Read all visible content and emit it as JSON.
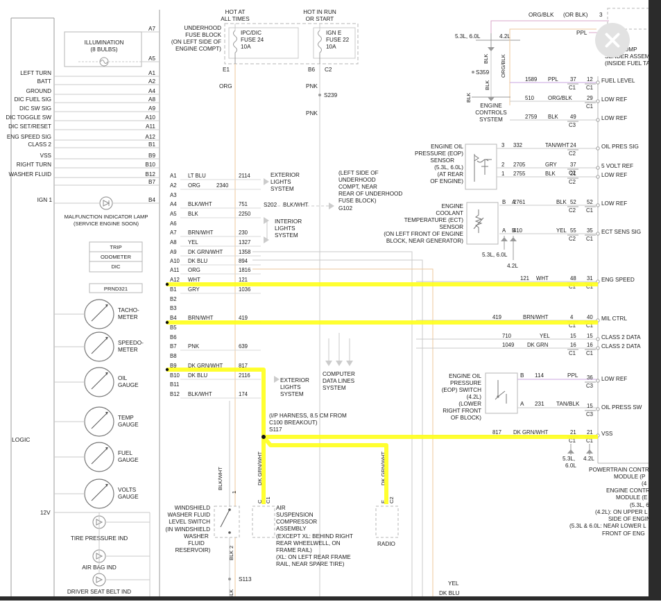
{
  "colors": {
    "highlight": "#ffff1a",
    "wire": "#c8c8c8",
    "orange_wire": "#ecc79b",
    "pink_wire": "#d9a6c8",
    "violet_wire": "#c9a6e0",
    "frame": "#9a9a9a",
    "panel": "#b4b4b4",
    "text": "#1a1a1a"
  },
  "icons": [
    "close-icon",
    "bulb-icon",
    "lamp-icon",
    "gauge-icon",
    "sensor-icon",
    "switch-icon",
    "ground-arrow-icon"
  ],
  "cluster": {
    "logic_label": "LOGIC",
    "left_pins": [
      {
        "label": "LEFT TURN",
        "pin": "A1"
      },
      {
        "label": "BATT",
        "pin": "A2"
      },
      {
        "label": "GROUND",
        "pin": "A4"
      },
      {
        "label": "DIC FUEL SIG",
        "pin": "A8"
      },
      {
        "label": "DIC SW SIG",
        "pin": "A9"
      },
      {
        "label": "DIC TOGGLE SW",
        "pin": "A10"
      },
      {
        "label": "DIC SET/RESET",
        "pin": "A11"
      },
      {
        "label": "ENG SPEED SIG",
        "pin": "A12"
      },
      {
        "label": "CLASS 2",
        "pin": "B1"
      },
      {
        "label": "VSS",
        "pin": "B9"
      },
      {
        "label": "RIGHT TURN",
        "pin": "B10"
      },
      {
        "label": "WASHER FLUID",
        "pin": "B12"
      },
      {
        "label": "",
        "pin": "B7"
      },
      {
        "label": "IGN 1",
        "pin": "B4"
      }
    ],
    "illumination": {
      "label": "ILLUMINATION",
      "sub": "(8 BULBS)",
      "pin_top": "A7",
      "pin_bottom": "A5"
    },
    "mil": {
      "label": "MALFUNCTION INDICATOR LAMP",
      "sub": "(SERVICE ENGINE SOON)"
    },
    "display": {
      "rows": [
        "TRIP",
        "ODOMETER",
        "DIC"
      ],
      "prndl": "PRND321"
    },
    "gauges": [
      {
        "l1": "TACHO-",
        "l2": "METER"
      },
      {
        "l1": "SPEEDO-",
        "l2": "METER"
      },
      {
        "l1": "OIL",
        "l2": "GAUGE"
      },
      {
        "l1": "TEMP",
        "l2": "GAUGE"
      },
      {
        "l1": "FUEL",
        "l2": "GAUGE"
      },
      {
        "l1": "VOLTS",
        "l2": "GAUGE"
      }
    ],
    "v12": "12V",
    "indicators": [
      "TIRE PRESSURE IND",
      "AIR BAG IND",
      "DRIVER SEAT BELT IND"
    ]
  },
  "fuse_block": {
    "hot_at_l1": "HOT AT",
    "hot_at_l2": "ALL TIMES",
    "hot_run_l1": "HOT IN RUN",
    "hot_run_l2": "OR START",
    "side_l1": "UNDERHOOD",
    "side_l2": "FUSE BLOCK",
    "side_l3": "(ON LEFT SIDE OF",
    "side_l4": "ENGINE COMPT)",
    "fuse1_l1": "IPC/DIC",
    "fuse1_l2": "FUSE 24",
    "fuse1_l3": "10A",
    "fuse2_l1": "IGN E",
    "fuse2_l2": "FUSE 22",
    "fuse2_l3": "10A",
    "e1": "E1",
    "b6": "B6",
    "c2": "C2",
    "org": "ORG",
    "pnk1": "PNK",
    "s239": "S239",
    "pnk2": "PNK"
  },
  "connector_rows": [
    {
      "pin": "A1",
      "color": "LT BLU",
      "circuit": "2114"
    },
    {
      "pin": "A2",
      "color": "ORG",
      "circuit": "2340"
    },
    {
      "pin": "A3",
      "color": "",
      "circuit": ""
    },
    {
      "pin": "A4",
      "color": "BLK/WHT",
      "circuit": "751"
    },
    {
      "pin": "A5",
      "color": "BLK",
      "circuit": "2250"
    },
    {
      "pin": "A6",
      "color": "",
      "circuit": ""
    },
    {
      "pin": "A7",
      "color": "BRN/WHT",
      "circuit": "230"
    },
    {
      "pin": "A8",
      "color": "YEL",
      "circuit": "1327"
    },
    {
      "pin": "A9",
      "color": "DK GRN/WHT",
      "circuit": "1358"
    },
    {
      "pin": "A10",
      "color": "DK BLU",
      "circuit": "894"
    },
    {
      "pin": "A11",
      "color": "ORG",
      "circuit": "1816"
    },
    {
      "pin": "A12",
      "color": "WHT",
      "circuit": "121"
    },
    {
      "pin": "B1",
      "color": "GRY",
      "circuit": "1036"
    },
    {
      "pin": "B2",
      "color": "",
      "circuit": ""
    },
    {
      "pin": "B3",
      "color": "",
      "circuit": ""
    },
    {
      "pin": "B4",
      "color": "BRN/WHT",
      "circuit": "419"
    },
    {
      "pin": "B5",
      "color": "",
      "circuit": ""
    },
    {
      "pin": "B6",
      "color": "",
      "circuit": ""
    },
    {
      "pin": "B7",
      "color": "PNK",
      "circuit": "639"
    },
    {
      "pin": "B8",
      "color": "",
      "circuit": ""
    },
    {
      "pin": "B9",
      "color": "DK GRN/WHT",
      "circuit": "817"
    },
    {
      "pin": "B10",
      "color": "DK BLU",
      "circuit": "2116"
    },
    {
      "pin": "B11",
      "color": "",
      "circuit": ""
    },
    {
      "pin": "B12",
      "color": "BLK/WHT",
      "circuit": "174"
    }
  ],
  "middle": {
    "ext_lights_1": [
      "EXTERIOR",
      "LIGHTS",
      "SYSTEM"
    ],
    "underhood_note": [
      "(LEFT SIDE OF",
      "UNDERHOOD",
      "COMPT, NEAR",
      "REAR OF UNDERHOOD",
      "FUSE BLOCK)"
    ],
    "g102": "G102",
    "s202": "S202",
    "s202_color": "BLK/WHT",
    "int_lights": [
      "INTERIOR",
      "LIGHTS",
      "SYSTEM"
    ],
    "cdl": [
      "COMPUTER",
      "DATA LINES",
      "SYSTEM"
    ],
    "ext_lights_2": [
      "EXTERIOR",
      "LIGHTS",
      "SYSTEM"
    ],
    "ip_harness": [
      "(I/P HARNESS, 8.5 CM FROM",
      "C100 BREAKOUT)"
    ],
    "s117": "S117",
    "washer": [
      "WINDSHIELD",
      "WASHER FLUID",
      "LEVEL SWITCH",
      "(IN WINDSHIELD",
      "WASHER",
      "FLUID",
      "RESERVOIR)"
    ],
    "washer_wire_top": "BLK/WHT",
    "washer_pin_top": "1",
    "washer_pin_bottom": "2",
    "washer_wire_bottom": "BLK",
    "s113": "S113",
    "blk_bottom": "BLK",
    "air_wire": "DK GRN/WHT",
    "air_pin": "C",
    "air_conn": "C1",
    "air": [
      "AIR",
      "SUSPENSION",
      "COMPRESSOR",
      "ASSEMBLY",
      "(EXCEPT XL: BEHIND RIGHT",
      "REAR WHEELWELL, ON",
      "FRAME RAIL)",
      "(XL: ON LEFT REAR FRAME",
      "RAIL, NEAR SPARE TIRE)"
    ],
    "radio_wire": "DK GRN/WHT",
    "radio_pin": "E",
    "radio_conn": "C2",
    "radio": "RADIO",
    "yel_bottom": "YEL",
    "dkblu_bottom": "DK BLU"
  },
  "right": {
    "top": {
      "orgblk": "ORG/BLK",
      "orblk": "(OR BLK)",
      "ppl": "PPL",
      "pin3": "3",
      "pin2": "2",
      "v1": "5.3L, 6.0L",
      "v2": "4.2L",
      "blk": "BLK",
      "orgblk_v": "ORG/BLK",
      "s359": "S359",
      "blk2": "BLK",
      "blk3": "BLK"
    },
    "fuel_pump": [
      "FUEL PUMP",
      "SENDER ASSEM",
      "(INSIDE FUEL TA"
    ],
    "ecs": [
      "ENGINE",
      "CONTROLS",
      "SYSTEM"
    ],
    "eop_sensor": [
      "ENGINE OIL",
      "PRESSURE (EOP)",
      "SENSOR",
      "(5.3L, 6.0L)",
      "(AT REAR",
      "OF ENGINE)"
    ],
    "ect_sensor": [
      "ENGINE",
      "COOLANT",
      "TEMPERATURE (ECT)",
      "SENSOR",
      "(ON LEFT FRONT OF ENGINE",
      "BLOCK, NEAR GENERATOR)"
    ],
    "ect_v1": "5.3L, 6.0L",
    "ect_v2": "4.2L",
    "eop_switch": [
      "ENGINE OIL",
      "PRESSURE",
      "(EOP) SWITCH",
      "(4.2L)",
      "(LOWER",
      "RIGHT FRONT",
      "OF BLOCK)"
    ],
    "eops_pin_b": "B",
    "eops_pin_a": "A",
    "eops_c1": "114",
    "eops_col1": "PPL",
    "eops_c2": "231",
    "eops_col2": "TAN/BLK",
    "vss_v1": "5.3L,",
    "vss_v1b": "6.0L",
    "vss_v2": "4.2L",
    "pcm": [
      "POWERTRAIN CONTR",
      "MODULE (P",
      "(4",
      "ENGINE CONTR",
      "MODULE (E",
      "(5.3L, 6.",
      "(4.2L): ON UPPER L",
      "SIDE OF ENGIN",
      "(5.3L & 6.0L: NEAR LOWER L",
      "FRONT OF ENG"
    ]
  },
  "pcm_pins": [
    {
      "circuit": "1589",
      "color": "PPL",
      "pin": "37",
      "conn": "C1",
      "pin2": "12",
      "conn2": "C1",
      "fn": "FUEL LEVEL"
    },
    {
      "circuit": "510",
      "color": "ORG/BLK",
      "pin": "",
      "conn": "",
      "pin2": "29",
      "conn2": "C1",
      "fn": "LOW REF"
    },
    {
      "circuit": "2759",
      "color": "BLK",
      "pin": "49",
      "conn": "C3",
      "pin2": "",
      "conn2": "",
      "fn": "LOW REF"
    },
    {
      "circuit": "332",
      "color": "TAN/WHT",
      "pin": "24",
      "conn": "C2",
      "pin2": "",
      "conn2": "",
      "fn": "OIL PRES SIG",
      "spin": "3"
    },
    {
      "circuit": "2705",
      "color": "GRY",
      "pin": "37",
      "conn": "C2",
      "pin2": "",
      "conn2": "",
      "fn": "5 VOLT REF",
      "spin": "2"
    },
    {
      "circuit": "2755",
      "color": "BLK",
      "pin": "21",
      "conn": "C2",
      "pin2": "",
      "conn2": "",
      "fn": "LOW REF",
      "spin": "1"
    },
    {
      "circuit": "2761",
      "color": "BLK",
      "pin": "52",
      "conn": "C2",
      "pin2": "52",
      "conn2": "C1",
      "fn": "LOW REF",
      "spin": "A",
      "spin2": "B"
    },
    {
      "circuit": "410",
      "color": "YEL",
      "pin": "55",
      "conn": "C2",
      "pin2": "35",
      "conn2": "C1",
      "fn": "ECT SENS SIG",
      "spin": "B",
      "spin2": "A"
    },
    {
      "circuit": "121",
      "color": "WHT",
      "pin": "48",
      "conn": "C1",
      "pin2": "31",
      "conn2": "C1",
      "fn": "ENG SPEED"
    },
    {
      "circuit": "419",
      "color": "BRN/WHT",
      "pin": "4",
      "conn": "C1",
      "pin2": "40",
      "conn2": "C1",
      "fn": "MIL CTRL"
    },
    {
      "circuit": "710",
      "color": "YEL",
      "pin": "15",
      "conn": "",
      "pin2": "15",
      "conn2": "",
      "fn": "CLASS 2 DATA"
    },
    {
      "circuit": "1049",
      "color": "DK GRN",
      "pin": "16",
      "conn": "C1",
      "pin2": "16",
      "conn2": "C1",
      "fn": "CLASS 2 DATA"
    },
    {
      "circuit": "",
      "color": "",
      "pin": "",
      "conn": "",
      "pin2": "36",
      "conn2": "C3",
      "fn": "LOW REF"
    },
    {
      "circuit": "",
      "color": "",
      "pin": "",
      "conn": "",
      "pin2": "15",
      "conn2": "C3",
      "fn": "OIL PRESS SW"
    },
    {
      "circuit": "817",
      "color": "DK GRN/WHT",
      "pin": "21",
      "conn": "C1",
      "pin2": "21",
      "conn2": "C1",
      "fn": "VSS"
    }
  ]
}
